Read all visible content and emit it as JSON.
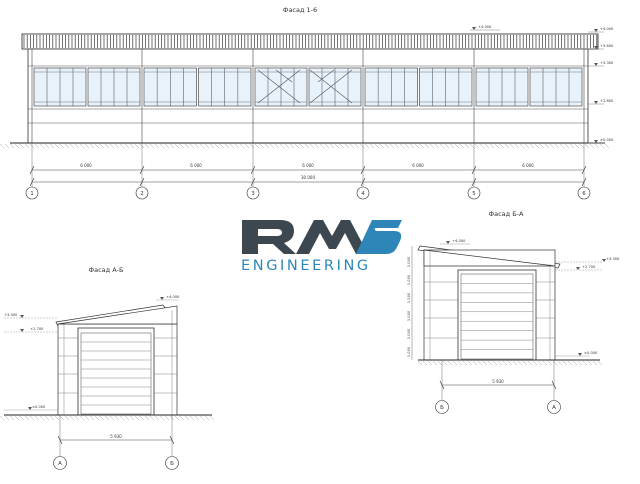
{
  "titles": {
    "front": "Фасад 1-6",
    "left": "Фасад А-Б",
    "right": "Фасад Б-А"
  },
  "logo": {
    "main": "RMS",
    "sub": "ENGINEERING",
    "color_dark": "#3d4750",
    "color_accent": "#2e86b8"
  },
  "front": {
    "spans": [
      "6 000",
      "6 000",
      "6 000",
      "6 000",
      "6 000"
    ],
    "total": "30 000",
    "axes": [
      "1",
      "2",
      "3",
      "4",
      "5",
      "6"
    ],
    "levels": [
      "+4.000",
      "+3.600",
      "+3.300",
      "+2.800",
      "±0.000"
    ]
  },
  "left": {
    "dim": "5 930",
    "axes": [
      "А",
      "Б"
    ],
    "levels": [
      "+4.000",
      "+3.300",
      "+2.700",
      "±0.000"
    ]
  },
  "right": {
    "dim": "5 930",
    "axes": [
      "Б",
      "А"
    ],
    "levels": [
      "+4.000",
      "+3.300",
      "+2.700",
      "±0.000"
    ],
    "vertical_dims": [
      "1 000",
      "1 000",
      "1 000",
      "1 000",
      "1 000",
      "1 000"
    ]
  }
}
